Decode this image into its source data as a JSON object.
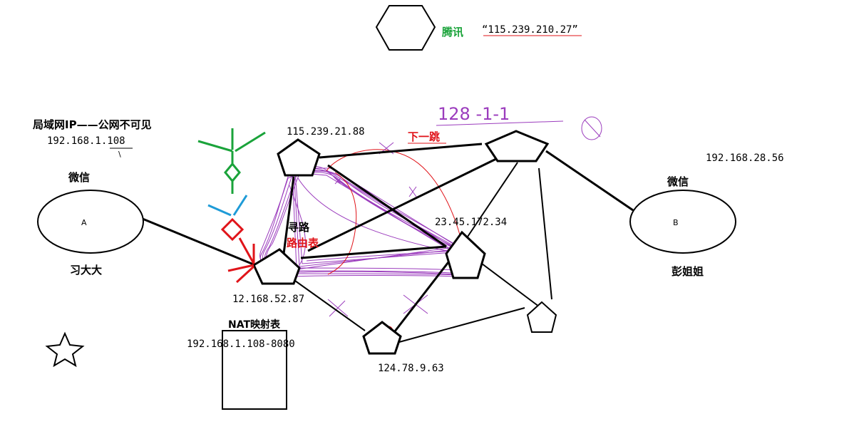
{
  "colors": {
    "line": "#000000",
    "annotation_red": "#e0141a",
    "annotation_green": "#1aa33a",
    "annotation_blue": "#1e9bd7",
    "scribble_purple": "#9b3cbd"
  },
  "top_server": {
    "name": "腾讯",
    "ip": "“115.239.210.27”"
  },
  "client_a": {
    "app": "微信",
    "letter": "A",
    "user": "习大大",
    "lan_note": "局域网IP——公网不可见",
    "lan_ip": "192.168.1.108",
    "stray_mark": "\\"
  },
  "client_b": {
    "app": "微信",
    "letter": "B",
    "user": "彭姐姐",
    "ip": "192.168.28.56"
  },
  "routers": {
    "r1_ip": "115.239.21.88",
    "r2_ip": "23.45.172.34",
    "r3_ip": "12.168.52.87",
    "r4_ip": "124.78.9.63"
  },
  "annotations": {
    "next_hop": "下一跳",
    "routing": "寻路",
    "routing_table": "路由表",
    "handwritten": "128 -1-1",
    "circled_mark": "Ø"
  },
  "nat": {
    "title": "NAT映射表",
    "entry": "192.168.1.108-8080"
  }
}
